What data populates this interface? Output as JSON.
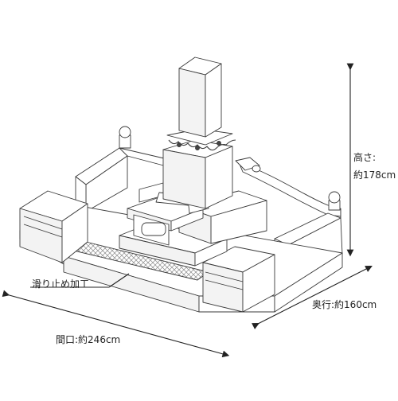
{
  "labels": {
    "height": "高さ:",
    "height_value": "約178cm",
    "depth": "奥行:約160cm",
    "width": "間口:約246cm",
    "antislip": "滑り止め加工"
  },
  "colors": {
    "line": "#3a3a3a",
    "stone": "#ffffff",
    "shade": "#ececec",
    "antislip": "#9a9a9a"
  }
}
